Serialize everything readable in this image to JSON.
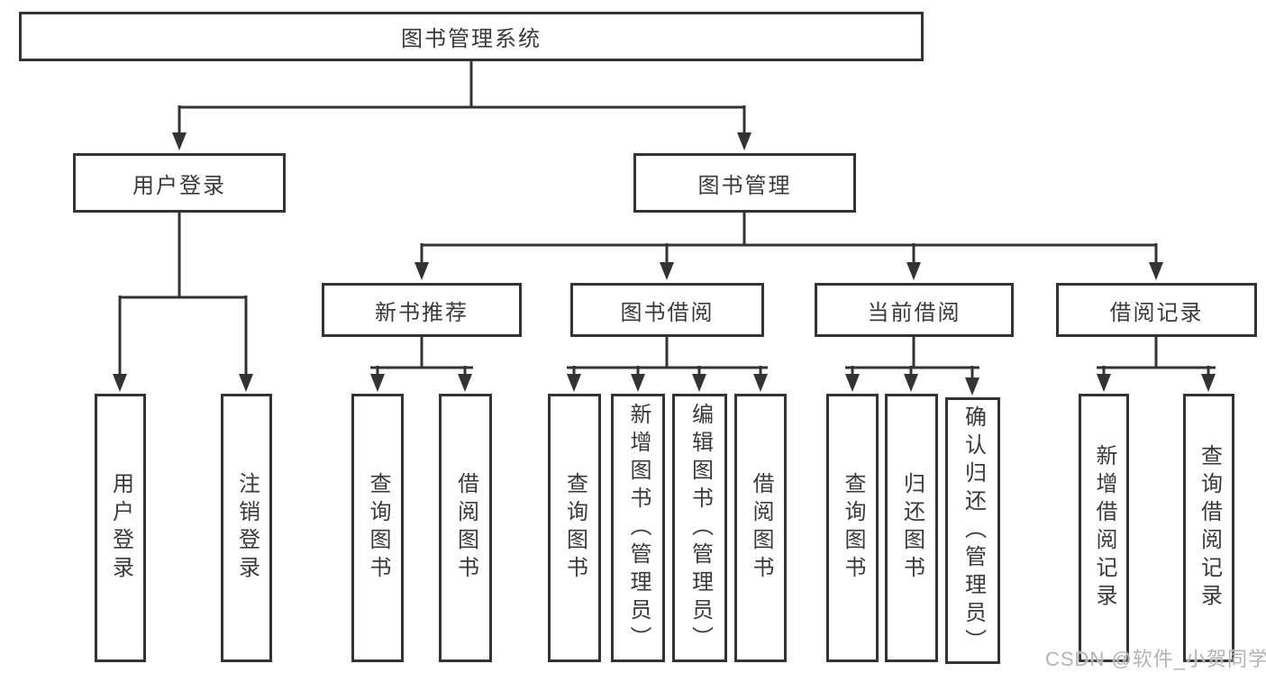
{
  "diagram": {
    "root": {
      "label": "图书管理系统"
    },
    "branches": [
      {
        "label": "用户登录",
        "children": [
          {
            "label": "用户登录"
          },
          {
            "label": "注销登录"
          }
        ]
      },
      {
        "label": "图书管理",
        "children": [
          {
            "label": "新书推荐",
            "children": [
              {
                "label": "查询图书"
              },
              {
                "label": "借阅图书"
              }
            ]
          },
          {
            "label": "图书借阅",
            "children": [
              {
                "label": "查询图书"
              },
              {
                "label": "新增图书（管理员）"
              },
              {
                "label": "编辑图书（管理员）"
              },
              {
                "label": "借阅图书"
              }
            ]
          },
          {
            "label": "当前借阅",
            "children": [
              {
                "label": "查询图书"
              },
              {
                "label": "归还图书"
              },
              {
                "label": "确认归还（管理员）"
              }
            ]
          },
          {
            "label": "借阅记录",
            "children": [
              {
                "label": "新增借阅记录"
              },
              {
                "label": "查询借阅记录"
              }
            ]
          }
        ]
      }
    ]
  },
  "watermark": {
    "text": "CSDN @软件_小贺同学"
  },
  "colors": {
    "line": "#333333",
    "node_border": "#333333",
    "text": "#3a3a3a",
    "watermark": "#b3b3b3",
    "background": "#ffffff"
  }
}
